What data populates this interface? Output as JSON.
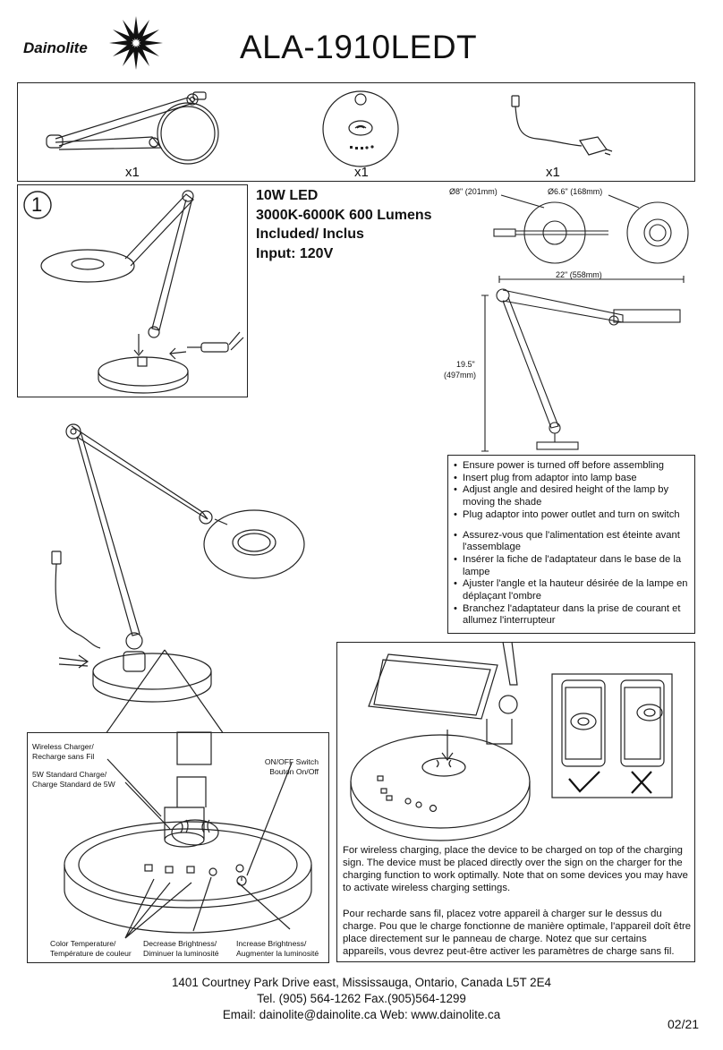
{
  "header": {
    "brand": "Dainolite",
    "model": "ALA-1910LEDT"
  },
  "parts": {
    "qty1": "x1",
    "qty2": "x1",
    "qty3": "x1"
  },
  "step": {
    "number": "1"
  },
  "specs": {
    "line1": "10W LED",
    "line2": "3000K-6000K 600 Lumens",
    "line3": "Included/ Inclus",
    "line4": "Input: 120V"
  },
  "dimensions": {
    "base_diameter": "Ø8\" (201mm)",
    "shade_diameter": "Ø6.6\" (168mm)",
    "width": "22\" (558mm)",
    "height_in": "19.5\"",
    "height_mm": "(497mm)"
  },
  "instructions": {
    "en": [
      "Ensure power is turned off before assembling",
      "Insert plug from adaptor into lamp base",
      "Adjust angle and desired height of the lamp by moving the shade",
      "Plug adaptor into power outlet and turn on switch"
    ],
    "fr": [
      "Assurez-vous que l'alimentation est éteinte avant l'assemblage",
      "Insérer la fiche de l'adaptateur dans le base de la lampe",
      "Ajuster l'angle et la hauteur désirée de la lampe en déplaçant l'ombre",
      "Branchez l'adaptateur dans la prise de courant et allumez l'interrupteur"
    ]
  },
  "base_labels": {
    "wireless": "Wireless Charger/\nRecharge sans Fil",
    "standard": "5W Standard Charge/\nCharge Standard de 5W",
    "onoff": "ON/OFF Switch\nBouton On/Off",
    "color_temp": "Color Temperature/\nTempérature de couleur",
    "decrease": "Decrease Brightness/\nDiminuer la luminosité",
    "increase": "Increase Brightness/\nAugmenter la luminosité"
  },
  "charging": {
    "en": "For wireless charging, place the device to be charged on top of the charging sign. The device must be placed directly over the sign on the charger for the charging function to work optimally. Note that on some devices you may have to activate wireless charging settings.",
    "fr": "Pour recharde sans fil, placez votre appareil à charger sur le dessus du charge. Pou que le charge fonctionne de manière optimale, l'appareil doît être place directement sur le panneau de charge. Notez que sur certains appareils, vous devrez peut-être activer les paramètres de charge sans fil."
  },
  "footer": {
    "address": "1401 Courtney Park Drive east, Mississauga, Ontario, Canada  L5T 2E4",
    "phone": "Tel. (905) 564-1262  Fax.(905)564-1299",
    "contact": "Email: dainolite@dainolite.ca    Web: www.dainolite.ca",
    "revision": "02/21"
  },
  "icons": [
    "dainolite-star-logo",
    "check-icon",
    "cross-icon",
    "screwdriver-icon",
    "phone-icon",
    "adaptor-icon"
  ]
}
